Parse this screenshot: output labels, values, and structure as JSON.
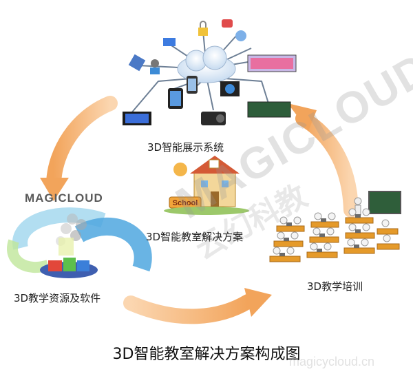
{
  "labels": {
    "display_system": "3D智能展示系统",
    "classroom_solution": "3D智能教室解决方案",
    "resources_software": "3D教学资源及软件",
    "teaching_training": "3D教学培训"
  },
  "title": "3D智能教室解决方案构成图",
  "brand": "MAGICLOUD",
  "watermark": {
    "english": "MAGICLOUD",
    "chinese": "云幻科教",
    "url": "magicycloud.cn"
  },
  "school_sign": "School",
  "colors": {
    "arrow": "#f2a45b",
    "cloud": "#d8e6f5",
    "board": "#2f5e3a",
    "desk": "#e59a2a"
  }
}
